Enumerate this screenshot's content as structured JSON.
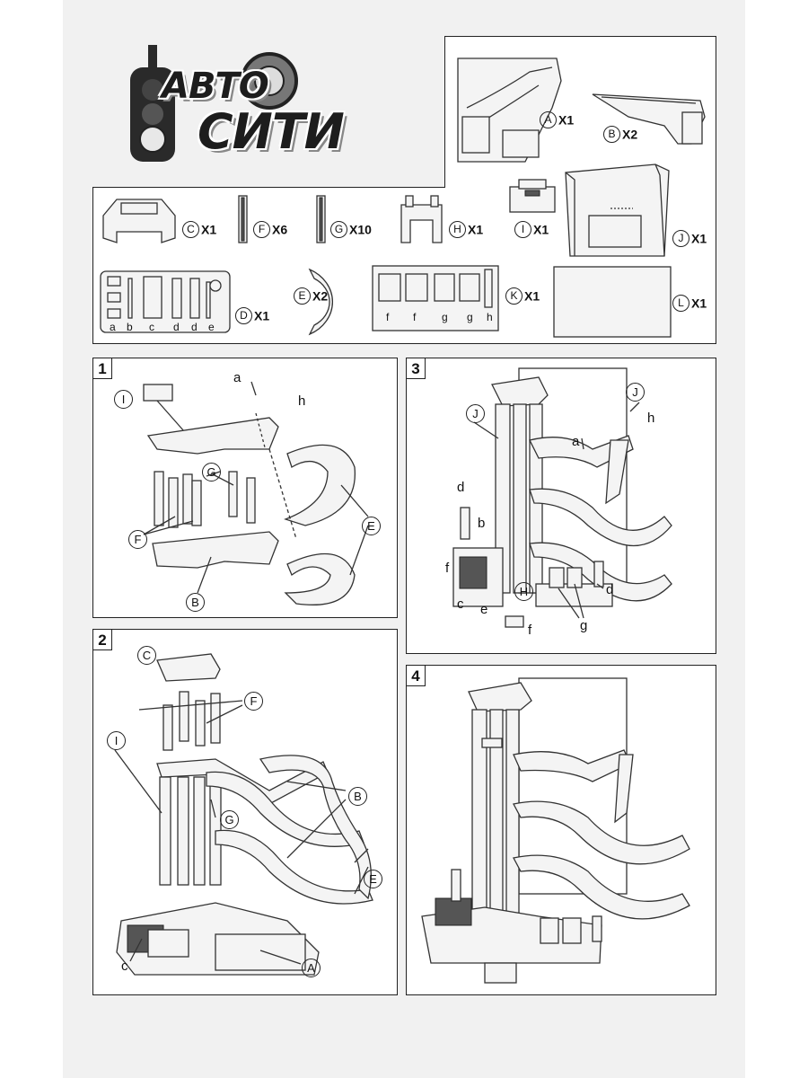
{
  "logo": {
    "line1": "АВТО",
    "line2": "СИТИ"
  },
  "parts": [
    {
      "id": "A",
      "qty": "X1"
    },
    {
      "id": "B",
      "qty": "X2"
    },
    {
      "id": "C",
      "qty": "X1"
    },
    {
      "id": "F",
      "qty": "X6"
    },
    {
      "id": "G",
      "qty": "X10"
    },
    {
      "id": "H",
      "qty": "X1"
    },
    {
      "id": "I",
      "qty": "X1"
    },
    {
      "id": "J",
      "qty": "X1"
    },
    {
      "id": "D",
      "qty": "X1"
    },
    {
      "id": "E",
      "qty": "X2"
    },
    {
      "id": "K",
      "qty": "X1"
    },
    {
      "id": "L",
      "qty": "X1"
    }
  ],
  "d_sub": [
    "a",
    "b",
    "c",
    "d",
    "d",
    "e"
  ],
  "k_sub": [
    "f",
    "f",
    "g",
    "g",
    "h"
  ],
  "steps": [
    {
      "number": "1",
      "callouts": [
        "I",
        "a",
        "h",
        "G",
        "F",
        "E",
        "B"
      ]
    },
    {
      "number": "2",
      "callouts": [
        "C",
        "F",
        "I",
        "G",
        "B",
        "E",
        "c",
        "A"
      ]
    },
    {
      "number": "3",
      "callouts": [
        "J",
        "J",
        "h",
        "a",
        "d",
        "b",
        "f",
        "c",
        "e",
        "H",
        "g",
        "d",
        "f"
      ]
    },
    {
      "number": "4"
    }
  ]
}
